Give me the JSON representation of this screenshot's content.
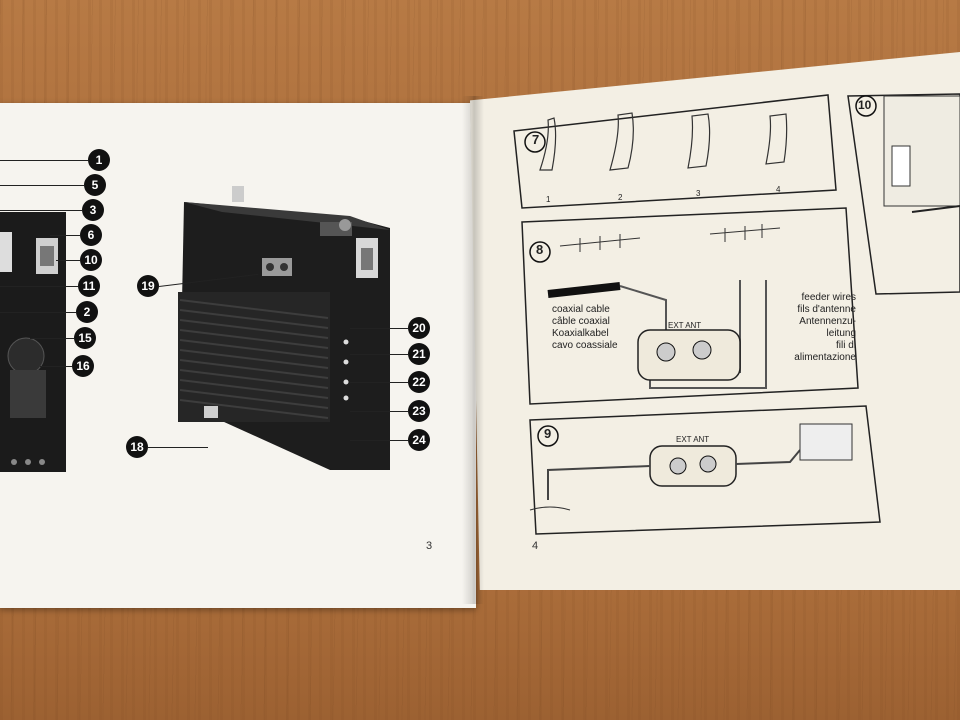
{
  "left_page": {
    "page_number": "3",
    "callouts": [
      "1",
      "5",
      "3",
      "6",
      "10",
      "11",
      "2",
      "15",
      "16",
      "19",
      "18",
      "20",
      "21",
      "22",
      "23",
      "24"
    ]
  },
  "right_page": {
    "page_number": "4",
    "panel_7": {
      "number": "7",
      "steps": [
        "1",
        "2",
        "3",
        "4"
      ]
    },
    "panel_8": {
      "number": "8",
      "coax_labels": [
        "coaxial cable",
        "câble coaxial",
        "Koaxialkabel",
        "cavo coassiale"
      ],
      "feeder_labels": [
        "feeder wires",
        "fils d'antenne",
        "Antennenzu-",
        "leitung",
        "fili di",
        "alimentazione"
      ],
      "terminal_label": "EXT ANT"
    },
    "panel_9": {
      "number": "9",
      "terminal_label": "EXT ANT"
    },
    "panel_10": {
      "number": "10"
    }
  }
}
